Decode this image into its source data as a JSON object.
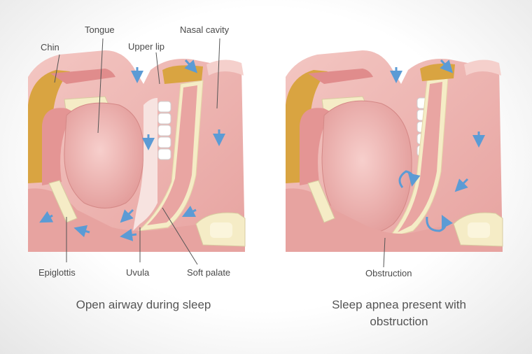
{
  "left_panel": {
    "labels": {
      "chin": "Chin",
      "tongue": "Tongue",
      "upper_lip": "Upper lip",
      "nasal_cavity": "Nasal cavity",
      "epiglottis": "Epiglottis",
      "uvula": "Uvula",
      "soft_palate": "Soft palate"
    },
    "caption": "Open airway during sleep"
  },
  "right_panel": {
    "labels": {
      "obstruction": "Obstruction"
    },
    "caption_line1": "Sleep apnea present with",
    "caption_line2": "obstruction"
  },
  "colors": {
    "tissue": "#e8a8a8",
    "tongue": "#f0b4b2",
    "fat": "#d9a441",
    "bone": "#f5ecc6",
    "airflow_arrow": "#5b9bd5"
  }
}
